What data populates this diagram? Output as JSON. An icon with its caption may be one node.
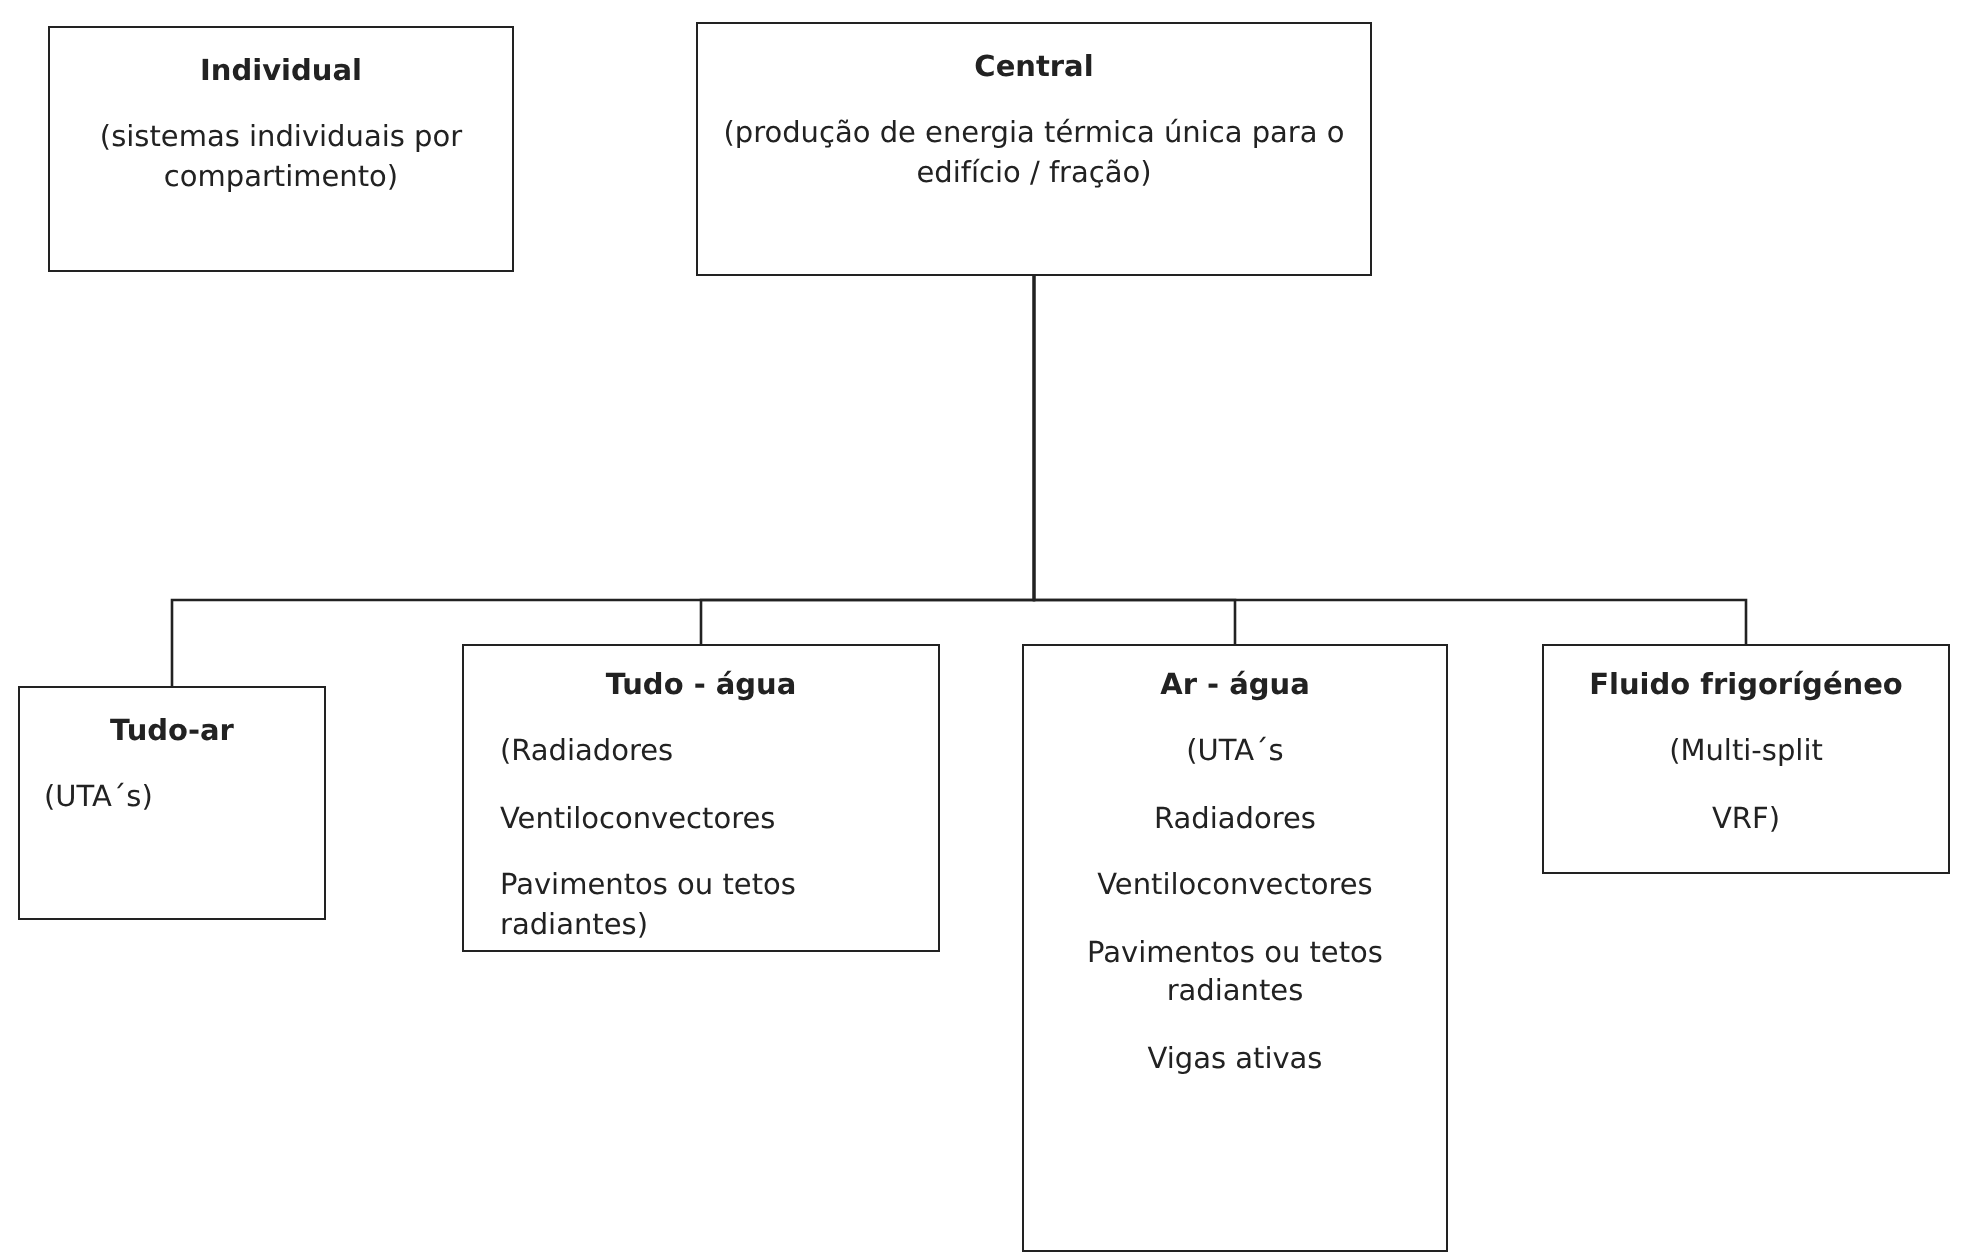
{
  "diagram": {
    "nodes": [
      {
        "text": [
          "Individual",
          "(sistemas individuais por compartimento)"
        ]
      },
      {
        "text": [
          "Central",
          "(produção de energia térmica única para o edifício / fração)"
        ]
      },
      {
        "text": [
          "Tudo-ar",
          "(UTA´s)"
        ]
      },
      {
        "text": [
          "Tudo - água",
          "(Radiadores",
          "Ventiloconvectores",
          "Pavimentos ou tetos radiantes)"
        ]
      },
      {
        "text": [
          "Ar - água",
          "(UTA´s",
          "Radiadores",
          "Ventiloconvectores",
          "Pavimentos ou tetos radiantes",
          "Vigas ativas"
        ]
      },
      {
        "text": [
          "Fluido frigorígéneo",
          "(Multi-split",
          "VRF)"
        ]
      }
    ],
    "edges": [
      {
        "from": 1,
        "to": 2,
        "arrow": "none"
      },
      {
        "from": 1,
        "to": 3,
        "arrow": "none"
      },
      {
        "from": 1,
        "to": 4,
        "arrow": "none"
      },
      {
        "from": 1,
        "to": 5,
        "arrow": "none"
      }
    ]
  }
}
